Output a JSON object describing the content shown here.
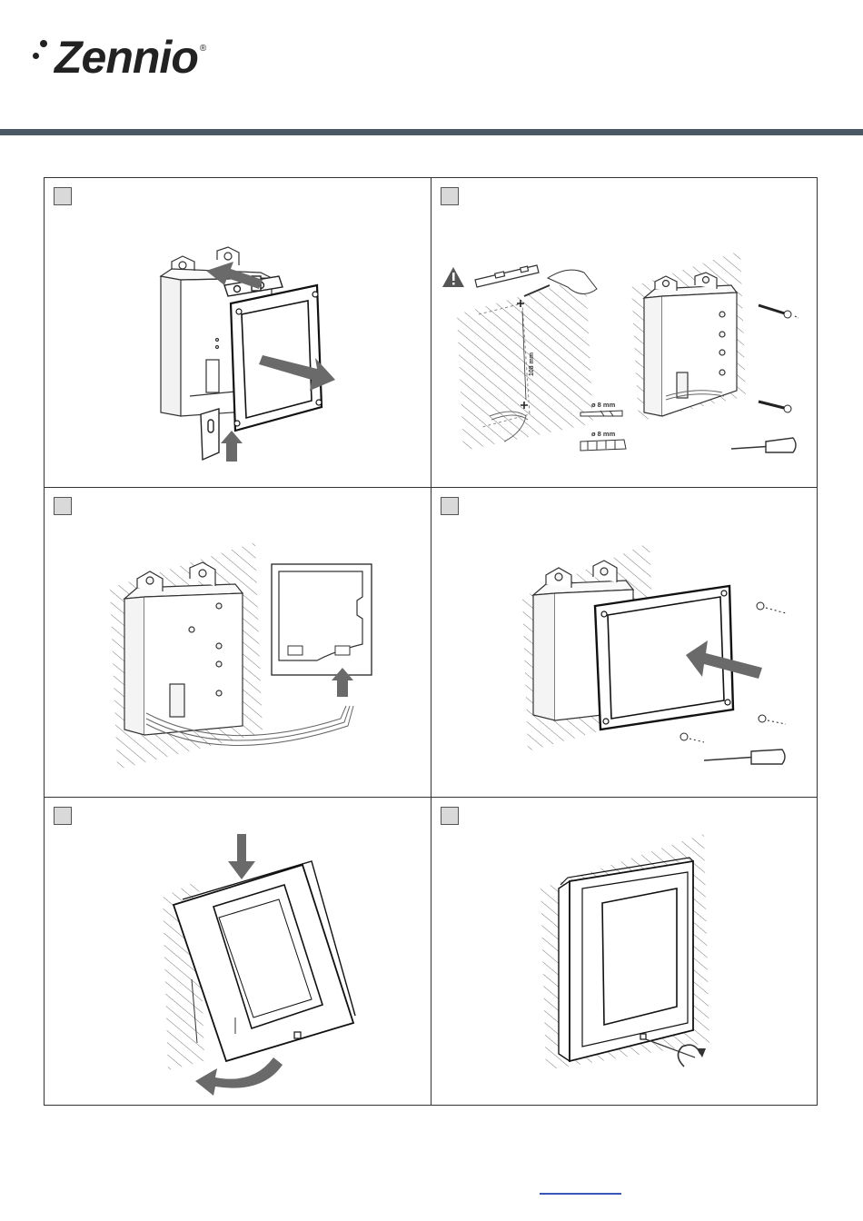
{
  "brand": {
    "name": "Zennio",
    "registered": "®"
  },
  "steps": [
    {
      "id": 1
    },
    {
      "id": 2,
      "warning_icon": "warning-triangle-icon",
      "dimension_label": "108 mm",
      "drill_bit_label": "ø 8 mm",
      "anchor_label": "ø 8 mm"
    },
    {
      "id": 3
    },
    {
      "id": 4
    },
    {
      "id": 5
    },
    {
      "id": 6
    }
  ],
  "colors": {
    "header_bar": "#4a5866",
    "step_box": "#d9d9d9",
    "arrow": "#6a6a6a",
    "link": "#3b57b5"
  }
}
